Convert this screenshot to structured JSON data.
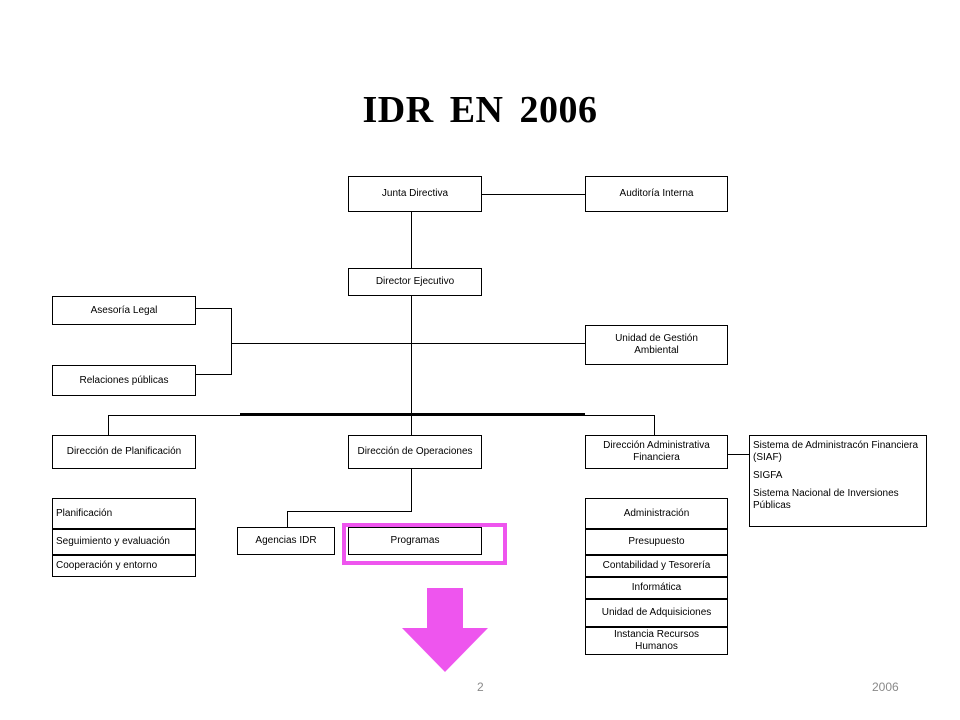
{
  "title": "IDR  EN  2006",
  "boxes": {
    "junta": "Junta Directiva",
    "auditoria": "Auditoría Interna",
    "director": "Director Ejecutivo",
    "asesoria": "Asesoría Legal",
    "relaciones": "Relaciones públicas",
    "gestion": "Unidad de Gestión Ambiental",
    "planificacion_dir": "Dirección de Planificación",
    "operaciones": "Dirección de Operaciones",
    "administrativa": "Dirección Administrativa Financiera",
    "planificacion": "Planificación",
    "seguimiento": "Seguimiento y evaluación",
    "cooperacion": "Cooperación y entorno",
    "agencias": "Agencias IDR",
    "programas": "Programas",
    "administracion": "Administración",
    "presupuesto": "Presupuesto",
    "contabilidad": "Contabilidad y Tesorería",
    "informatica": "Informática",
    "adquisiciones": "Unidad de Adquisiciones",
    "rrhh": "Instancia Recursos Humanos",
    "sistemas": [
      "Sistema de Administracón Financiera (SIAF)",
      "SIGFA",
      "Sistema Nacional de Inversiones Públicas"
    ]
  },
  "highlight_color": "#ee55ee",
  "footer": {
    "page": "2",
    "year": "2006"
  }
}
